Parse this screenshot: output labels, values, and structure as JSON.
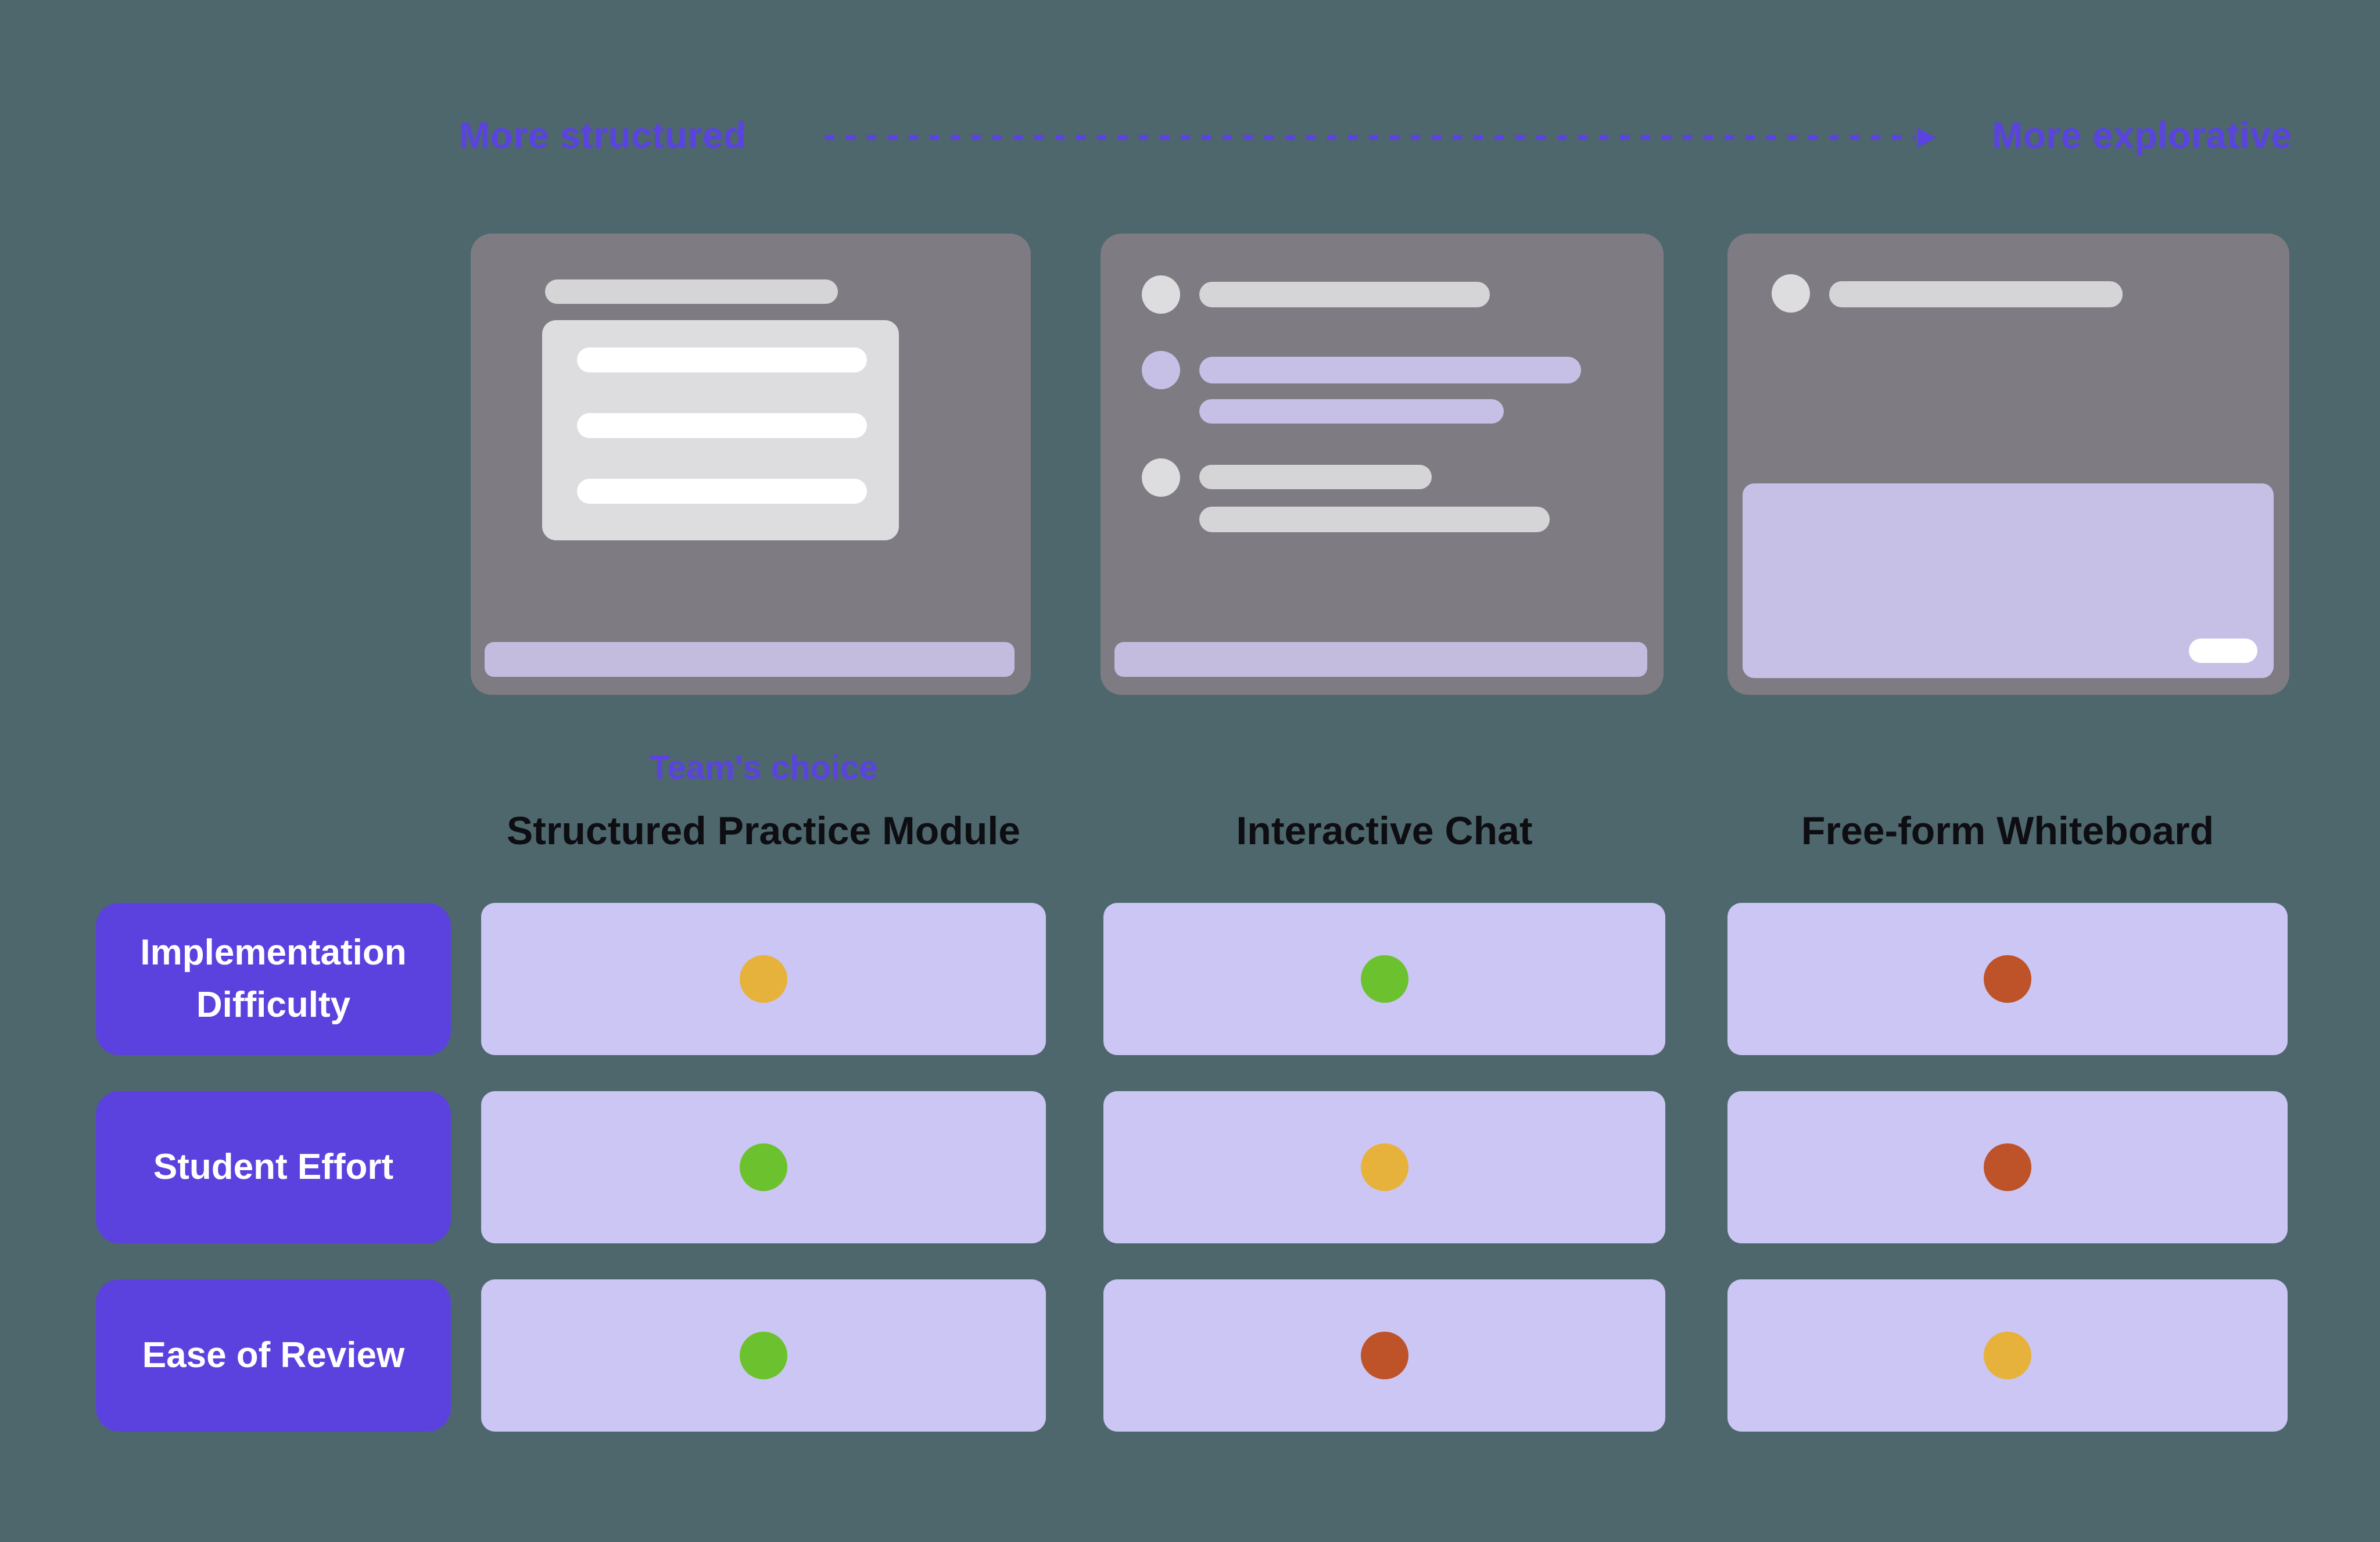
{
  "colors": {
    "background": "#4D676D",
    "accent": "#5A43DF",
    "title_text": "#0E0E12",
    "row_label_bg": "#5B42DE",
    "row_label_text": "#FFFFFF",
    "cell_bg": "#CBC6F3",
    "card_bg": "#7E7B83",
    "card_gray": "#D5D4D7",
    "card_gray_light": "#DDDCDE",
    "card_white": "#FFFFFF",
    "card_lavender": "#C3BCDF",
    "card_lavender_light": "#C6C0E6",
    "dot_green": "#6BC22E",
    "dot_yellow": "#E7B23B",
    "dot_red": "#BE5228"
  },
  "spectrum": {
    "left_label": "More structured",
    "right_label": "More explorative"
  },
  "annotation": {
    "team_choice": "Team's choice"
  },
  "columns": [
    {
      "title": "Structured Practice Module"
    },
    {
      "title": "Interactive Chat"
    },
    {
      "title": "Free-form Whiteboard"
    }
  ],
  "rows": [
    {
      "label": "Implementation Difficulty"
    },
    {
      "label": "Student Effort"
    },
    {
      "label": "Ease of Review"
    }
  ],
  "matrix": {
    "ratings": [
      [
        "yellow",
        "green",
        "red"
      ],
      [
        "green",
        "yellow",
        "red"
      ],
      [
        "green",
        "red",
        "yellow"
      ]
    ]
  }
}
